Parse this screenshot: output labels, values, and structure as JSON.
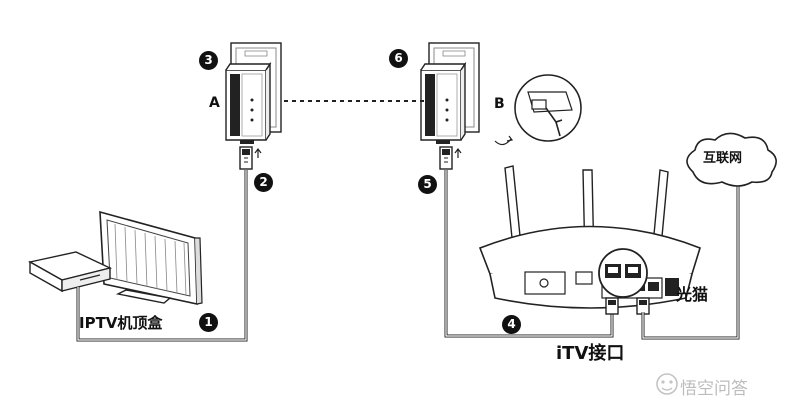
{
  "labels": {
    "adapter_a": "A",
    "adapter_b": "B",
    "iptv_box": "IPTV机顶盒",
    "internet": "互联网",
    "modem": "光猫",
    "itv_port": "iTV接口"
  },
  "steps": [
    "1",
    "2",
    "3",
    "4",
    "5",
    "6"
  ],
  "watermark": {
    "text": "悟空问答"
  },
  "colors": {
    "line": "#222222",
    "step_fill": "#111111",
    "watermark": "#bdbdbd"
  }
}
